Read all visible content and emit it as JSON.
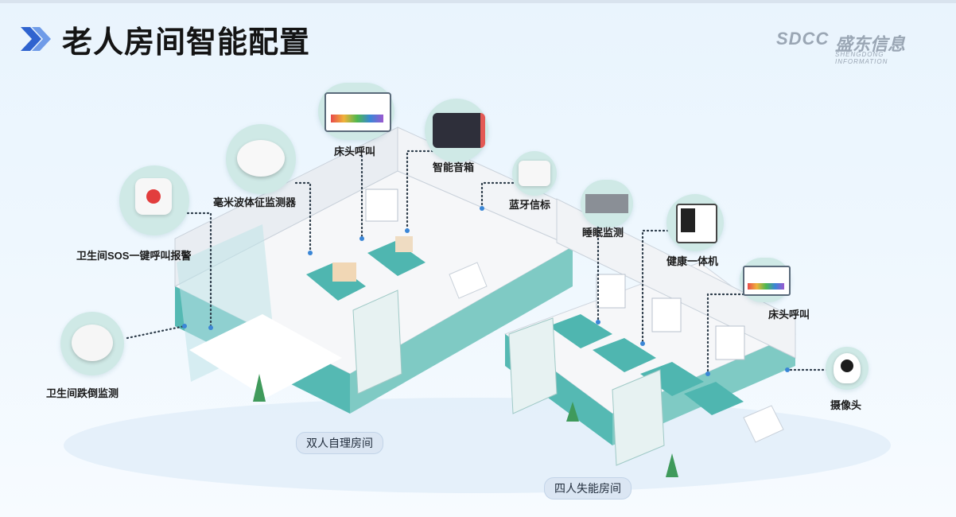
{
  "title": "老人房间智能配置",
  "logo": {
    "mark": "SDCC",
    "name_cn": "盛东信息",
    "name_en": "SHENGDONG INFORMATION"
  },
  "devices": {
    "bathroom_sos": "卫生间SOS一键呼叫报警",
    "bathroom_fall": "卫生间跌倒监测",
    "mmwave": "毫米波体征监测器",
    "bedside_call_1": "床头呼叫",
    "smart_speaker": "智能音箱",
    "bluetooth_beacon": "蓝牙信标",
    "sleep_monitor": "睡眠监测",
    "health_kiosk": "健康一体机",
    "bedside_call_2": "床头呼叫",
    "camera": "摄像头"
  },
  "rooms": {
    "double": "双人自理房间",
    "quad": "四人失能房间"
  },
  "colors": {
    "accent": "#3b6fd6",
    "wall_teal": "#4fb6b0",
    "bubble": "#cfe9e6"
  }
}
